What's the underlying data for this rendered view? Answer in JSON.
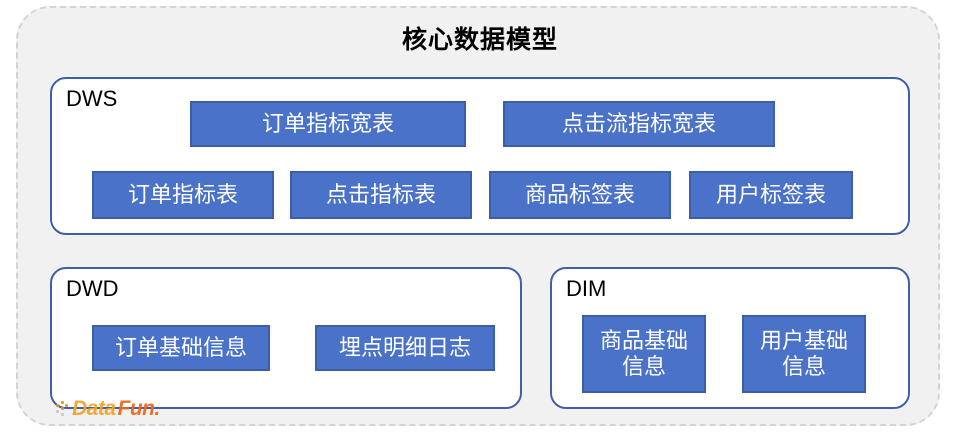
{
  "diagram": {
    "title": "核心数据模型",
    "colors": {
      "container_fill": "#f1f1f1",
      "container_border": "#d3d3d3",
      "panel_border": "#3f5fa8",
      "panel_fill": "#ffffff",
      "box_fill": "#4a72c8",
      "box_border": "#3a5fa8",
      "box_text": "#ffffff",
      "label_text": "#000000",
      "watermark_data": "#f0a62c",
      "watermark_fun": "#ec6a1e"
    },
    "layers": [
      {
        "id": "dws",
        "label": "DWS",
        "rows": [
          [
            {
              "id": "order-metric-wide",
              "label": "订单指标宽表"
            },
            {
              "id": "click-metric-wide",
              "label": "点击流指标宽表"
            }
          ],
          [
            {
              "id": "order-metric",
              "label": "订单指标表"
            },
            {
              "id": "click-metric",
              "label": "点击指标表"
            },
            {
              "id": "item-tag",
              "label": "商品标签表"
            },
            {
              "id": "user-tag",
              "label": "用户标签表"
            }
          ]
        ]
      },
      {
        "id": "dwd",
        "label": "DWD",
        "rows": [
          [
            {
              "id": "order-base",
              "label": "订单基础信息"
            },
            {
              "id": "track-log",
              "label": "埋点明细日志"
            }
          ]
        ]
      },
      {
        "id": "dim",
        "label": "DIM",
        "rows": [
          [
            {
              "id": "item-base",
              "label": "商品基础\n信息"
            },
            {
              "id": "user-base",
              "label": "用户基础\n信息"
            }
          ]
        ]
      }
    ],
    "watermark": {
      "icon": "dotted-squares-icon",
      "part1": "Data",
      "part2": "Fun."
    }
  }
}
